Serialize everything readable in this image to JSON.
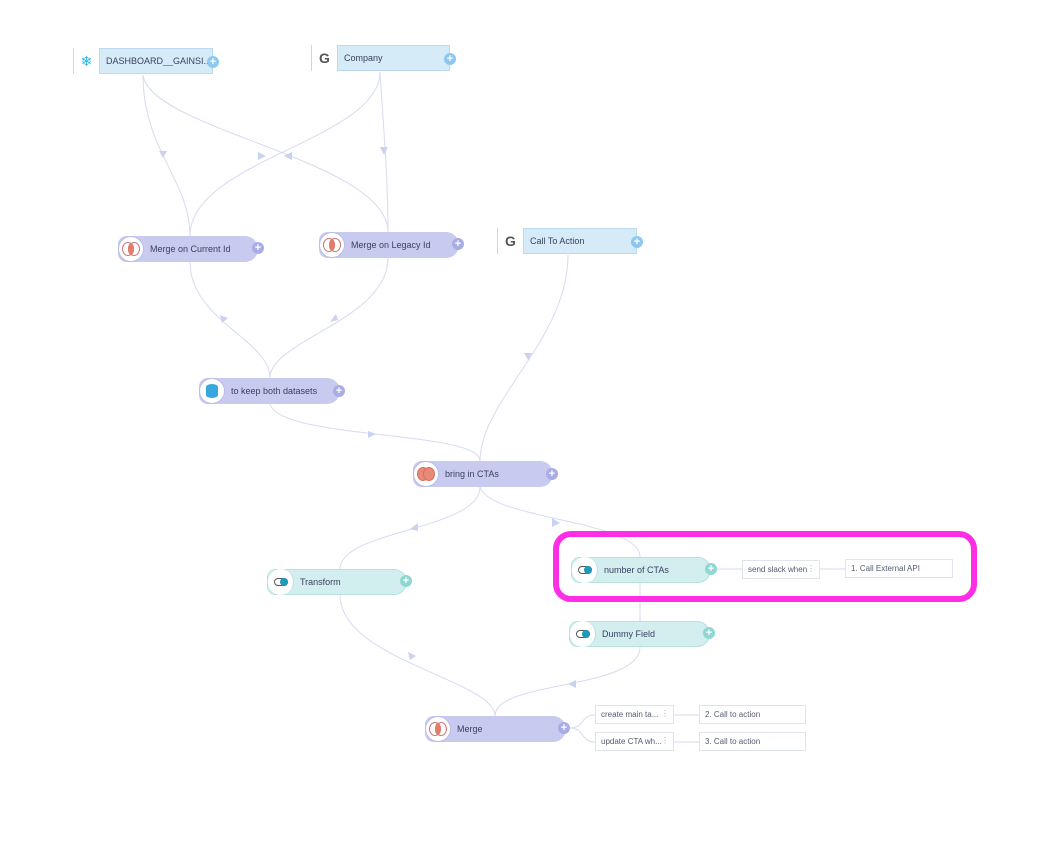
{
  "nodes": {
    "dashboard": {
      "label": "DASHBOARD__GAINSI...",
      "icon": "snowflake-icon"
    },
    "company": {
      "label": "Company",
      "icon": "google-icon"
    },
    "merge_current": {
      "label": "Merge on Current Id",
      "icon": "merge-venn-icon"
    },
    "merge_legacy": {
      "label": "Merge on Legacy Id",
      "icon": "merge-venn-icon"
    },
    "call_to_action": {
      "label": "Call To Action",
      "icon": "google-icon"
    },
    "keep_both": {
      "label": "to keep both datasets",
      "icon": "union-cylinder-icon"
    },
    "bring_ctas": {
      "label": "bring in CTAs",
      "icon": "merge-venn-full-icon"
    },
    "transform": {
      "label": "Transform",
      "icon": "toggle-icon"
    },
    "number_ctas": {
      "label": "number of CTAs",
      "icon": "toggle-icon"
    },
    "dummy_field": {
      "label": "Dummy Field",
      "icon": "toggle-icon"
    },
    "merge": {
      "label": "Merge",
      "icon": "merge-venn-icon"
    }
  },
  "actions": {
    "send_slack": {
      "label": "send slack when",
      "target": "1. Call External API"
    },
    "create_main": {
      "label": "create main ta...",
      "target": "2. Call to action"
    },
    "update_cta": {
      "label": "update CTA wh...",
      "target": "3. Call to action"
    }
  },
  "colors": {
    "source_node": "#d5ebf8",
    "merge_node": "#c8cbef",
    "transform_node": "#d3eeee",
    "highlight": "#ff2ee6",
    "edge": "#d6dbf0"
  }
}
